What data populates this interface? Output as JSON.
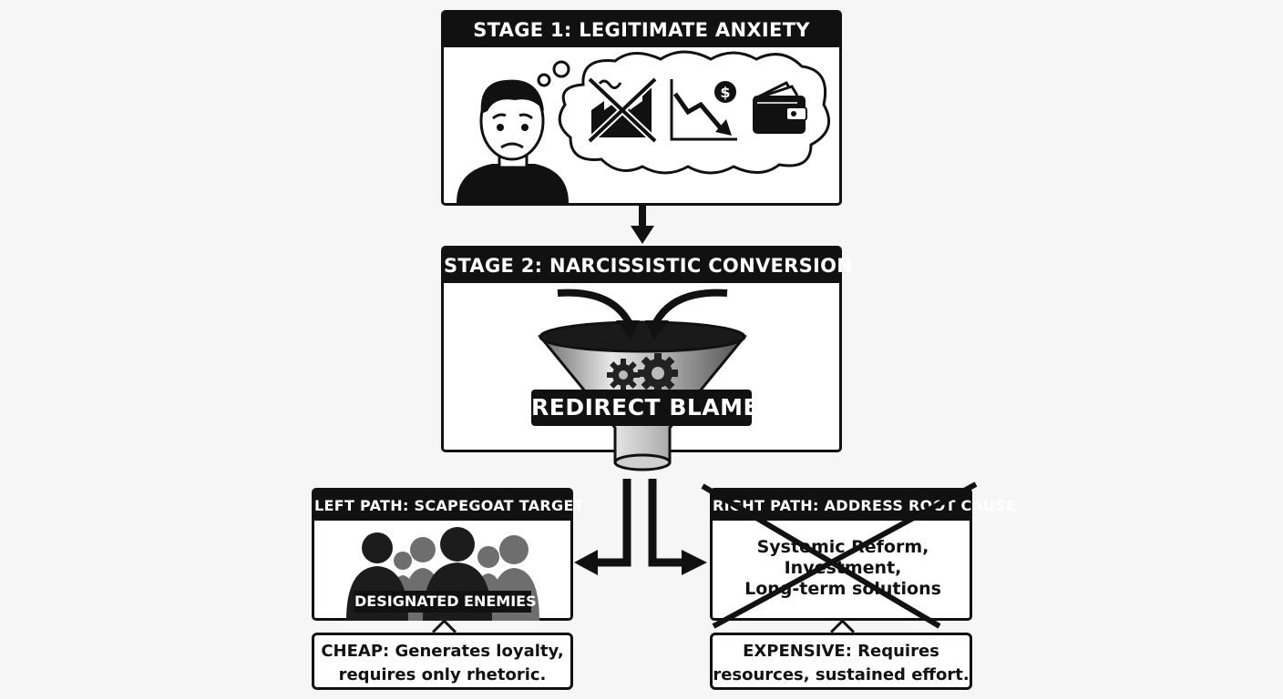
{
  "stage1": {
    "title": "STAGE 1: LEGITIMATE ANXIETY",
    "icons": [
      "worried-person-icon",
      "closed-factory-icon",
      "declining-chart-icon",
      "dollar-coin-icon",
      "wallet-icon"
    ]
  },
  "stage2": {
    "title": "STAGE 2: NARCISSISTIC CONVERSION",
    "funnel_label": "REDIRECT BLAME",
    "icons": [
      "funnel-icon",
      "gears-icon",
      "curved-arrow-icon"
    ]
  },
  "left_path": {
    "title": "LEFT PATH: SCAPEGOAT TARGET",
    "caption": "DESIGNATED ENEMIES",
    "note_line1": "CHEAP: Generates loyalty,",
    "note_line2": "requires only rhetoric."
  },
  "right_path": {
    "title": "RIGHT PATH: ADDRESS ROOT CAUSE",
    "items": [
      "Systemic Reform,",
      "Investment,",
      "Long-term solutions"
    ],
    "note_line1": "EXPENSIVE: Requires",
    "note_line2": "resources, sustained effort.",
    "crossed_out": true
  },
  "colors": {
    "ink": "#111111",
    "paper": "#ffffff",
    "background": "#f6f6f6",
    "silhouette": "#1c1c1c",
    "silhouette_back": "#6e6e6e"
  }
}
